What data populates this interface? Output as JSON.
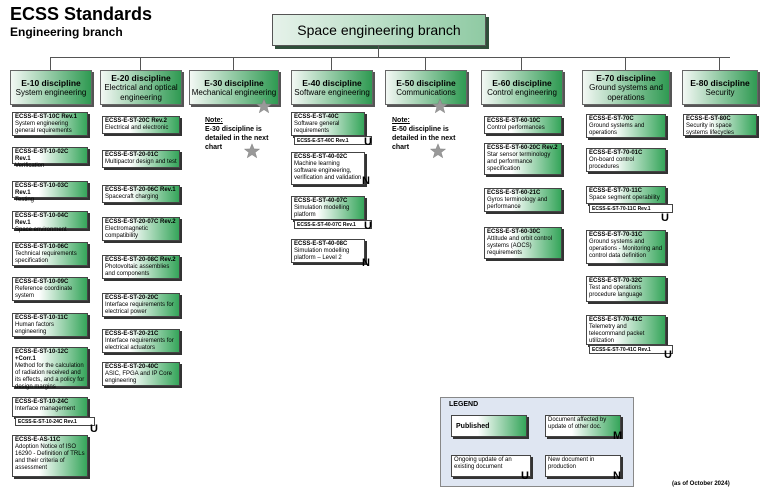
{
  "header": {
    "title": "ECSS Standards",
    "subtitle": "Engineering branch"
  },
  "root": {
    "label": "Space engineering branch"
  },
  "disciplines": [
    {
      "code": "E-10 discipline",
      "name": "System engineering"
    },
    {
      "code": "E-20 discipline",
      "name": "Electrical and optical engineering"
    },
    {
      "code": "E-30 discipline",
      "name": "Mechanical engineering"
    },
    {
      "code": "E-40 discipline",
      "name": "Software engineering"
    },
    {
      "code": "E-50 discipline",
      "name": "Communications"
    },
    {
      "code": "E-60 discipline",
      "name": "Control engineering"
    },
    {
      "code": "E-70 discipline",
      "name": "Ground systems and operations"
    },
    {
      "code": "E-80 discipline",
      "name": "Security"
    }
  ],
  "notes": {
    "e30": {
      "title": "Note:",
      "text": "E-30 discipline is detailed in the next chart"
    },
    "e50": {
      "title": "Note:",
      "text": "E-50 discipline is detailed in the next chart"
    }
  },
  "e10": [
    {
      "code": "ECSS-E-ST-10C Rev.1",
      "desc": "System engineering general requirements"
    },
    {
      "code": "ECSS-E-ST-10-02C Rev.1",
      "desc": "Verification"
    },
    {
      "code": "ECSS-E-ST-10-03C Rev.1",
      "desc": "Testing"
    },
    {
      "code": "ECSS-E-ST-10-04C Rev.1",
      "desc": "Space environment"
    },
    {
      "code": "ECSS-E-ST-10-06C",
      "desc": "Technical requirements specification"
    },
    {
      "code": "ECSS-E-ST-10-09C",
      "desc": "Reference coordinate system"
    },
    {
      "code": "ECSS-E-ST-10-11C",
      "desc": "Human factors engineering"
    },
    {
      "code": "ECSS-E-ST-10-12C +Corr.1",
      "desc": "Method for the calculation of radiation received and its effects, and a policy for design margins"
    },
    {
      "code": "ECSS-E-ST-10-24C",
      "desc": "Interface management",
      "rev": "ECSS-E-ST-10-24C Rev.1",
      "badge": "U"
    },
    {
      "code": "ECSS-E-AS-11C",
      "desc": "Adoption Notice of ISO 16290 - Definition of TRLs and their criteria of assessment"
    }
  ],
  "e20": [
    {
      "code": "ECSS-E-ST-20C Rev.2",
      "desc": "Electrical and electronic"
    },
    {
      "code": "ECSS-E-ST-20-01C",
      "desc": "Multipactor design and test"
    },
    {
      "code": "ECSS-E-ST-20-06C Rev.1",
      "desc": "Spacecraft charging"
    },
    {
      "code": "ECSS-E-ST-20-07C Rev.2",
      "desc": "Electromagnetic compatibility"
    },
    {
      "code": "ECSS-E-ST-20-08C Rev.2",
      "desc": "Photovoltaic assemblies and components"
    },
    {
      "code": "ECSS-E-ST-20-20C",
      "desc": "Interface requirements for electrical power"
    },
    {
      "code": "ECSS-E-ST-20-21C",
      "desc": "Interface requirements for electrical actuators"
    },
    {
      "code": "ECSS-E-ST-20-40C",
      "desc": "ASIC, FPGA and IP Core engineering"
    }
  ],
  "e40": [
    {
      "code": "ECSS-E-ST-40C",
      "desc": "Software general requirements",
      "rev": "ECSS-E-ST-40C Rev.1",
      "badge": "U"
    },
    {
      "code": "ECSS-E-ST-40-02C",
      "desc": "Machine learning software engineering, verification and validation",
      "badge": "N"
    },
    {
      "code": "ECSS-E-ST-40-07C",
      "desc": "Simulation modelling platform",
      "rev": "ECSS-E-ST-40-07C Rev.1",
      "badge": "U"
    },
    {
      "code": "ECSS-E-ST-40-08C",
      "desc": "Simulation modelling platform – Level 2",
      "badge": "N"
    }
  ],
  "e60": [
    {
      "code": "ECSS-E-ST-60-10C",
      "desc": "Control performances"
    },
    {
      "code": "ECSS-E-ST-60-20C Rev.2",
      "desc": "Star sensor terminology and performance specification"
    },
    {
      "code": "ECSS-E-ST-60-21C",
      "desc": "Gyros terminology and performance"
    },
    {
      "code": "ECSS-E-ST-60-30C",
      "desc": "Attitude and orbit control systems (AOCS) requirements"
    }
  ],
  "e70": [
    {
      "code": "ECSS-E-ST-70C",
      "desc": "Ground systems and operations"
    },
    {
      "code": "ECSS-E-ST-70-01C",
      "desc": "On-board control procedures"
    },
    {
      "code": "ECSS-E-ST-70-11C",
      "desc": "Space segment operability",
      "rev": "ECSS-E-ST-70-11C Rev.1",
      "badge": "U"
    },
    {
      "code": "ECSS-E-ST-70-31C",
      "desc": "Ground systems and operations - Monitoring and control data definition"
    },
    {
      "code": "ECSS-E-ST-70-32C",
      "desc": "Test and operations procedure language"
    },
    {
      "code": "ECSS-E-ST-70-41C",
      "desc": "Telemetry and telecommand packet utilization",
      "rev": "ECSS-E-ST-70-41C Rev.1",
      "badge": "U"
    }
  ],
  "e80": [
    {
      "code": "ECSS-E-ST-80C",
      "desc": "Security in space systems lifecycles"
    }
  ],
  "legend": {
    "title": "LEGEND",
    "published": "Published",
    "affected": "Document affected by update of other doc.",
    "affected_badge": "M",
    "ongoing": "Ongoing update of an existing document",
    "ongoing_badge": "U",
    "new": "New document in production",
    "new_badge": "N"
  },
  "footer": {
    "as_of": "(as of October 2024)"
  }
}
